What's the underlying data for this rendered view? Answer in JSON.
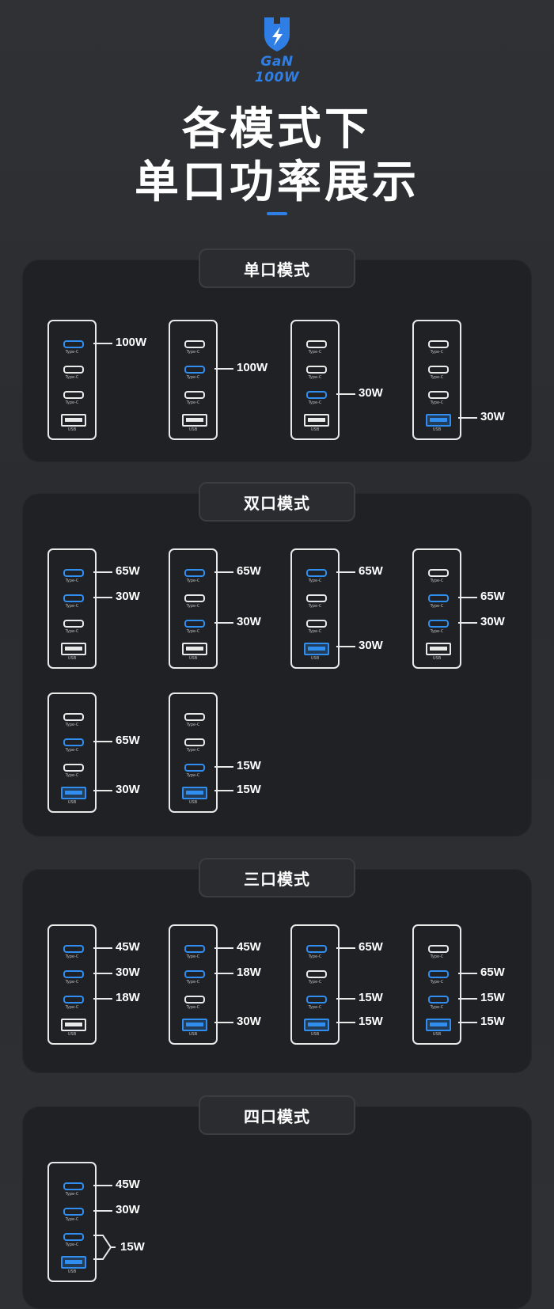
{
  "logo": {
    "text": "GaN 100W",
    "icon": "shield-lightning-icon",
    "color": "#2f7ee6"
  },
  "title": {
    "line1": "各模式下",
    "line2": "单口功率展示"
  },
  "port_labels": {
    "typec": "Type-C",
    "usb": "USB"
  },
  "colors": {
    "active": "#2f8ef0",
    "outline": "#e9e9e9",
    "panel": "#1f2125"
  },
  "sections": [
    {
      "label": "单口模式",
      "devices": [
        {
          "active": [
            true,
            false,
            false,
            false
          ],
          "watts": [
            "100W",
            "",
            "",
            ""
          ]
        },
        {
          "active": [
            false,
            true,
            false,
            false
          ],
          "watts": [
            "",
            "100W",
            "",
            ""
          ]
        },
        {
          "active": [
            false,
            false,
            true,
            false
          ],
          "watts": [
            "",
            "",
            "30W",
            ""
          ]
        },
        {
          "active": [
            false,
            false,
            false,
            true
          ],
          "watts": [
            "",
            "",
            "",
            "30W"
          ]
        }
      ]
    },
    {
      "label": "双口模式",
      "devices": [
        {
          "active": [
            true,
            true,
            false,
            false
          ],
          "watts": [
            "65W",
            "30W",
            "",
            ""
          ]
        },
        {
          "active": [
            true,
            false,
            true,
            false
          ],
          "watts": [
            "65W",
            "",
            "30W",
            ""
          ]
        },
        {
          "active": [
            true,
            false,
            false,
            true
          ],
          "watts": [
            "65W",
            "",
            "",
            "30W"
          ]
        },
        {
          "active": [
            false,
            true,
            true,
            false
          ],
          "watts": [
            "",
            "65W",
            "30W",
            ""
          ]
        },
        {
          "active": [
            false,
            true,
            false,
            true
          ],
          "watts": [
            "",
            "65W",
            "",
            "30W"
          ]
        },
        {
          "active": [
            false,
            false,
            true,
            true
          ],
          "watts": [
            "",
            "",
            "15W",
            "15W"
          ]
        }
      ]
    },
    {
      "label": "三口模式",
      "devices": [
        {
          "active": [
            true,
            true,
            true,
            false
          ],
          "watts": [
            "45W",
            "30W",
            "18W",
            ""
          ]
        },
        {
          "active": [
            true,
            true,
            false,
            true
          ],
          "watts": [
            "45W",
            "18W",
            "",
            "30W"
          ]
        },
        {
          "active": [
            true,
            false,
            true,
            true
          ],
          "watts": [
            "65W",
            "",
            "15W",
            "15W"
          ]
        },
        {
          "active": [
            false,
            true,
            true,
            true
          ],
          "watts": [
            "",
            "65W",
            "15W",
            "15W"
          ]
        }
      ]
    },
    {
      "label": "四口模式",
      "devices": [
        {
          "active": [
            true,
            true,
            true,
            true
          ],
          "watts": [
            "45W",
            "30W",
            "15W",
            ""
          ]
        }
      ]
    }
  ]
}
